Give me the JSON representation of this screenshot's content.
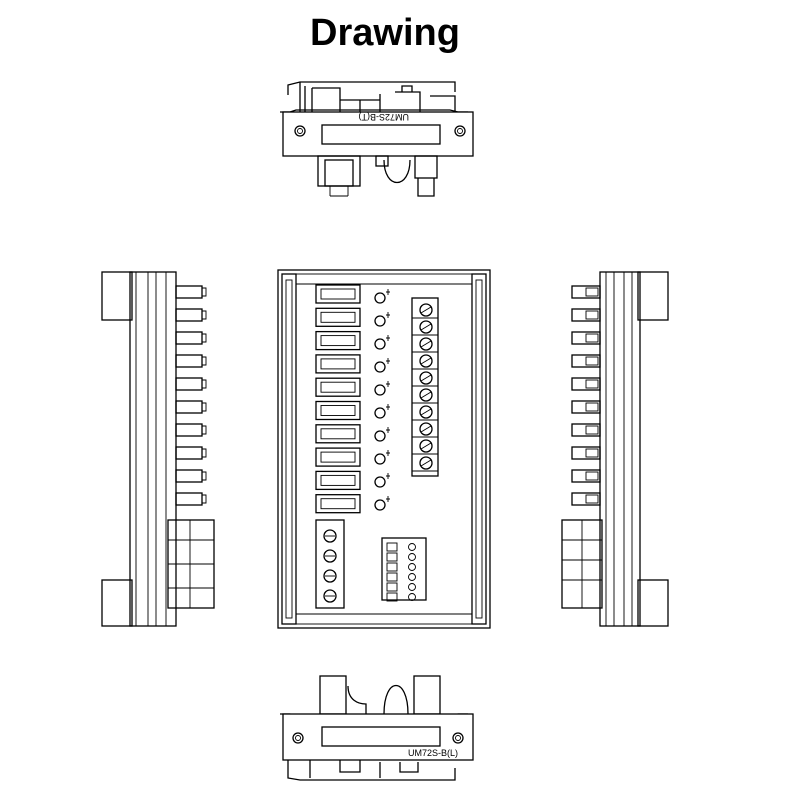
{
  "title": "Drawing",
  "views": {
    "top_label": "UM72S-B(T)",
    "bottom_label": "UM72S-B(L)"
  },
  "counts": {
    "relays": 10,
    "leds": 10,
    "terminals": 10
  }
}
